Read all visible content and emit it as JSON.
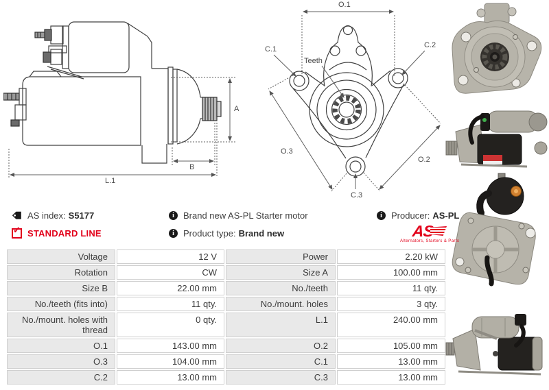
{
  "info_bar": {
    "as_index_label": "AS index:",
    "as_index_value": "S5177",
    "standard_line_label": "STANDARD LINE",
    "note_brand_new": "Brand new AS-PL Starter motor",
    "product_type_label": "Product type:",
    "product_type_value": "Brand new",
    "producer_label": "Producer:",
    "producer_value": "AS-PL",
    "logo_text": "AS",
    "logo_tagline": "Alternators, Starters & Parts"
  },
  "icons": {
    "info_glyph": "i",
    "check_glyph": "✓"
  },
  "diagram_side": {
    "dim_a": "A",
    "dim_b": "B",
    "dim_l1": "L.1"
  },
  "diagram_front": {
    "dim_o1": "O.1",
    "dim_c1": "C.1",
    "dim_c2": "C.2",
    "teeth_label": "Teeth",
    "dim_o3": "O.3",
    "dim_o2": "O.2",
    "dim_c3": "C.3"
  },
  "spec_table": {
    "rows": [
      [
        "Voltage",
        "12 V",
        "Power",
        "2.20 kW"
      ],
      [
        "Rotation",
        "CW",
        "Size A",
        "100.00 mm"
      ],
      [
        "Size B",
        "22.00 mm",
        "No./teeth",
        "11 qty."
      ],
      [
        "No./teeth (fits into)",
        "11 qty.",
        "No./mount. holes",
        "3 qty."
      ],
      [
        "No./mount. holes with thread",
        "0 qty.",
        "L.1",
        "240.00 mm"
      ],
      [
        "O.1",
        "143.00 mm",
        "O.2",
        "105.00 mm"
      ],
      [
        "O.3",
        "104.00 mm",
        "C.1",
        "13.00 mm"
      ],
      [
        "C.2",
        "13.00 mm",
        "C.3",
        "13.00 mm"
      ]
    ]
  },
  "colors": {
    "accent_red": "#e2001a",
    "table_label_bg": "#e9e9e9",
    "table_border": "#cfcfcf",
    "text": "#3c3c3c",
    "drawing_line": "#404040"
  }
}
